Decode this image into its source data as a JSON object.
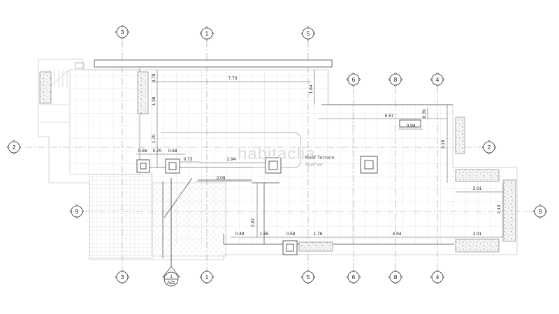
{
  "plan": {
    "room_name": "Roof Terrace",
    "room_area": "79.07 m²",
    "watermark": "habitaclia",
    "section_marker": {
      "number": "1",
      "sheet": "A21"
    }
  },
  "grid_bubbles": [
    {
      "id": "top-3",
      "label": "3"
    },
    {
      "id": "top-1",
      "label": "1"
    },
    {
      "id": "top-5",
      "label": "5"
    },
    {
      "id": "top-6",
      "label": "6"
    },
    {
      "id": "top-8",
      "label": "8"
    },
    {
      "id": "top-4",
      "label": "4"
    },
    {
      "id": "left-2",
      "label": "2"
    },
    {
      "id": "right-2",
      "label": "2"
    },
    {
      "id": "left-9",
      "label": "9"
    },
    {
      "id": "right-9",
      "label": "9"
    },
    {
      "id": "bottom-3",
      "label": "3"
    },
    {
      "id": "bottom-1",
      "label": "1"
    },
    {
      "id": "bottom-5",
      "label": "5"
    },
    {
      "id": "bottom-6",
      "label": "6"
    },
    {
      "id": "bottom-8",
      "label": "8"
    },
    {
      "id": "bottom-4",
      "label": "4"
    }
  ],
  "dimensions": [
    "7.73",
    "0.78",
    "1.38",
    "1.64",
    "1.70",
    "0.39",
    "5.57",
    "0.94",
    "3.18",
    "0.56",
    "0.70",
    "0.58",
    "0.73",
    "2.94",
    "2.09",
    "2.01",
    "2.43",
    "2.87",
    "0.49",
    "1.65",
    "0.58",
    "1.76",
    "4.94",
    "2.01"
  ]
}
